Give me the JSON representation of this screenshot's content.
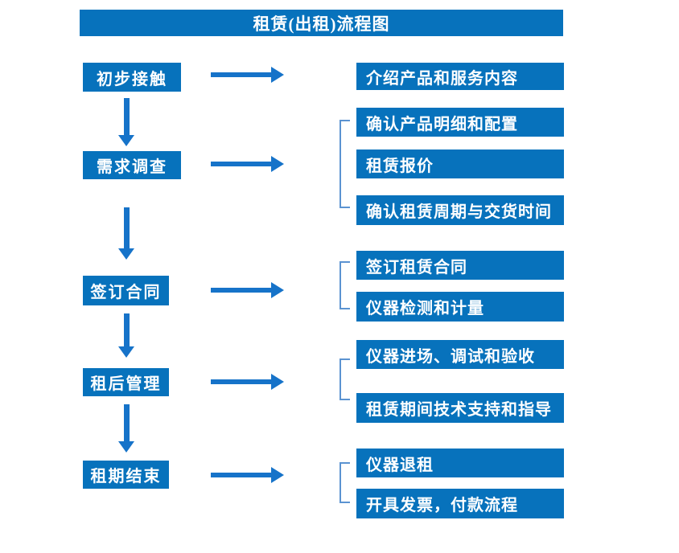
{
  "title": "租赁(出租)流程图",
  "colors": {
    "box": "#0772bc",
    "arrow": "#1673c9",
    "bracket": "#5b93d1",
    "text": "#ffffff",
    "background": "#ffffff"
  },
  "stages": [
    {
      "label": "初步接触",
      "details": [
        "介绍产品和服务内容"
      ]
    },
    {
      "label": "需求调查",
      "details": [
        "确认产品明细和配置",
        "租赁报价",
        "确认租赁周期与交货时间"
      ]
    },
    {
      "label": "签订合同",
      "details": [
        "签订租赁合同",
        "仪器检测和计量"
      ]
    },
    {
      "label": "租后管理",
      "details": [
        "仪器进场、调试和验收",
        "租赁期间技术支持和指导"
      ]
    },
    {
      "label": "租期结束",
      "details": [
        "仪器退租",
        "开具发票，付款流程"
      ]
    }
  ]
}
